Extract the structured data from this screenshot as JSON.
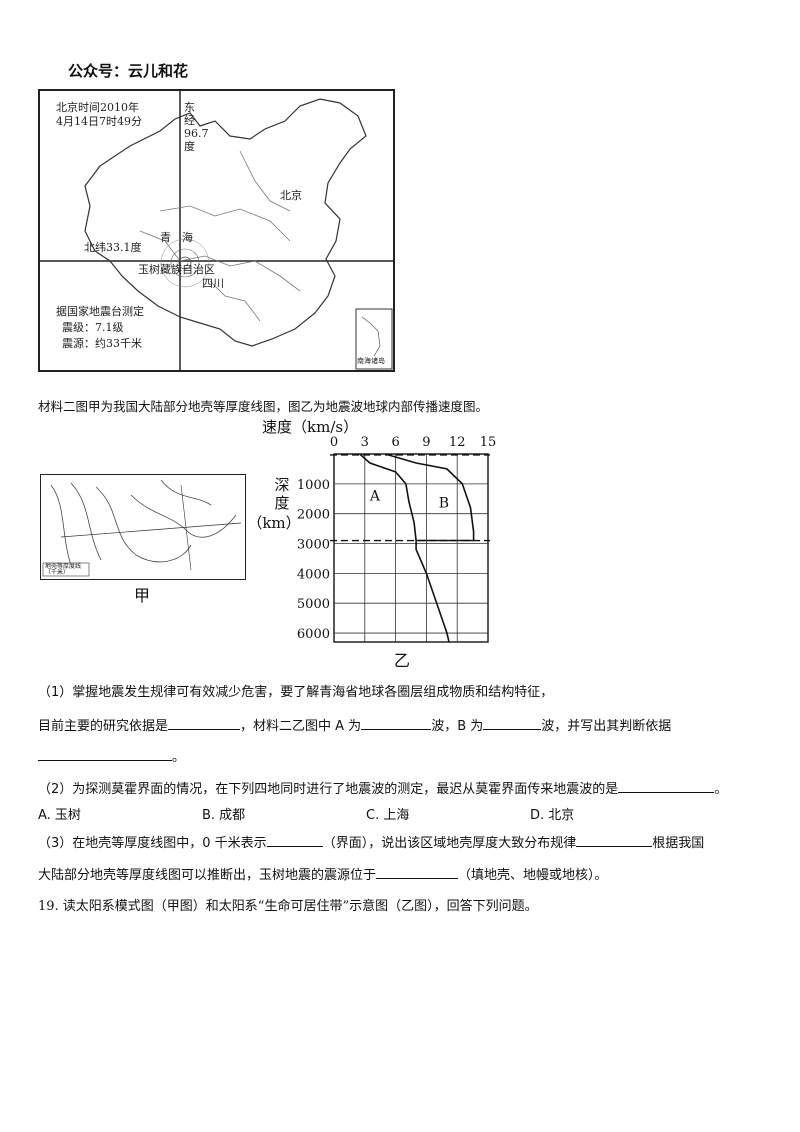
{
  "header": {
    "source": "公众号：云儿和花"
  },
  "map": {
    "time_line1": "北京时间2010年",
    "time_line2": "4月14日7时49分",
    "longitude": "东经96.7度",
    "latitude": "北纬33.1度",
    "qinghai": "青　海",
    "yushu": "玉树藏族自治区",
    "sichuan": "四川",
    "beijing": "北京",
    "source_line1": "据国家地震台测定",
    "source_line2": "震级：7.1级",
    "source_line3": "震源：约33千米",
    "inset": "南海诸岛"
  },
  "material2": "材料二图甲为我国大陆部分地壳等厚度线图，图乙为地震波地球内部传播速度图。",
  "fig_jia": {
    "label": "甲",
    "legend": "地壳等厚度线（千米）"
  },
  "chart_data": {
    "type": "line",
    "title": "速度（km/s）",
    "xlabel": "速度（km/s）",
    "ylabel": "深度（km）",
    "x_ticks": [
      0,
      3,
      6,
      9,
      12,
      15
    ],
    "y_ticks": [
      1000,
      2000,
      3000,
      4000,
      5000,
      6000
    ],
    "xlim": [
      0,
      15
    ],
    "ylim": [
      0,
      6300
    ],
    "y_reversed": true,
    "grid": true,
    "series": [
      {
        "name": "A",
        "points": [
          [
            2.5,
            0
          ],
          [
            3.5,
            300
          ],
          [
            6.0,
            600
          ],
          [
            7.0,
            1000
          ],
          [
            7.3,
            1600
          ],
          [
            7.8,
            2300
          ],
          [
            8.0,
            2900
          ]
        ]
      },
      {
        "name": "B",
        "points": [
          [
            5.0,
            0
          ],
          [
            8.0,
            300
          ],
          [
            11.0,
            500
          ],
          [
            12.5,
            1000
          ],
          [
            13.3,
            1800
          ],
          [
            13.6,
            2600
          ],
          [
            13.6,
            2900
          ],
          [
            8.0,
            2900
          ],
          [
            8.0,
            3200
          ],
          [
            9.0,
            4000
          ],
          [
            10.0,
            5000
          ],
          [
            11.0,
            6000
          ],
          [
            11.2,
            6300
          ]
        ]
      }
    ],
    "dashed_lines_depth": [
      33,
      2900
    ],
    "caption": "乙"
  },
  "q1": {
    "line1": "（1）掌握地震发生规律可有效减少危害，要了解青海省地球各圈层组成物质和结构特征，",
    "line2_a": "目前主要的研究依据是",
    "line2_b": "，材料二乙图中 A 为",
    "line2_c": "波，B 为",
    "line2_d": "波，并写出其判断依据",
    "line3_end": "。"
  },
  "q2": {
    "stem": "（2）为探测莫霍界面的情况，在下列四地同时进行了地震波的测定，最迟从莫霍界面传来地震波的是",
    "stem_end": "。",
    "options": [
      "A.  玉树",
      "B.  成都",
      "C.  上海",
      "D.  北京"
    ]
  },
  "q3": {
    "a": "（3）在地壳等厚度线图中，0 千米表示",
    "b": "（界面），说出该区域地壳厚度大致分布规律",
    "c": "根据我国",
    "d": "大陆部分地壳等厚度线图可以推断出，玉树地震的震源位于",
    "e": "（填地壳、地幔或地核）。"
  },
  "q19": "19.  读太阳系模式图（甲图）和太阳系“生命可居住带”示意图（乙图），回答下列问题。"
}
